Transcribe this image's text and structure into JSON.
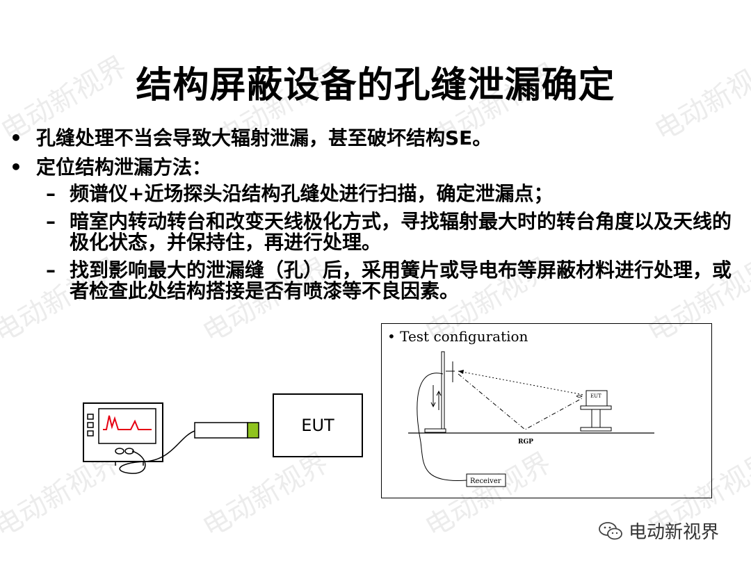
{
  "title": "结构屏蔽设备的孔缝泄漏确定",
  "bullets": [
    {
      "text": "孔缝处理不当会导致大辐射泄漏，甚至破坏结构SE。"
    },
    {
      "text": "定位结构泄漏方法："
    }
  ],
  "sub_bullets": [
    {
      "text": "频谱仪+近场探头沿结构孔缝处进行扫描，确定泄漏点；"
    },
    {
      "text": "暗室内转动转台和改变天线极化方式，寻找辐射最大时的转台角度以及天线的极化状态，并保持住，再进行处理。"
    },
    {
      "text": "找到影响最大的泄漏缝（孔）后，采用簧片或导电布等屏蔽材料进行处理，或者检查此处结构搭接是否有喷漆等不良因素。"
    }
  ],
  "markers": {
    "bullet": "•",
    "dash": "–"
  },
  "left_diagram": {
    "eut_label": "EUT"
  },
  "config_diagram": {
    "title": "Test configuration",
    "eut_label": "EUT",
    "rgp_label": "RGP",
    "receiver_label": "Receiver"
  },
  "watermark": "电动新视界",
  "logo": {
    "text": "电动新视界"
  },
  "colors": {
    "probe_tip": "#8fc31f",
    "trace": "#e60012"
  }
}
